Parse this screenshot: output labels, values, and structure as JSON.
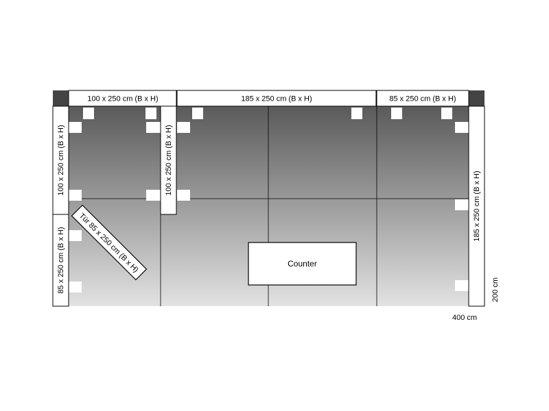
{
  "walls": {
    "top_left": "100 x 250 cm (B x H)",
    "top_center": "185 x 250 cm (B x H)",
    "top_right": "85 x 250 cm (B x H)",
    "left_upper": "100 x 250 cm (B x H)",
    "left_lower": "85 x 250 cm (B x H)",
    "inner_divider": "100 x 250 cm (B x H)",
    "right": "185 x 250 cm (B x H)",
    "door": "Tür 85 x 250 cm (B x H)"
  },
  "counter": {
    "label": "Counter"
  },
  "dimensions": {
    "width": "400 cm",
    "depth": "200 cm"
  },
  "colors": {
    "floor_top": "#5a5a5a",
    "floor_bottom": "#e2e2e2",
    "wall_fill": "#ffffff",
    "corner_post": "#444444",
    "line": "#000000"
  }
}
